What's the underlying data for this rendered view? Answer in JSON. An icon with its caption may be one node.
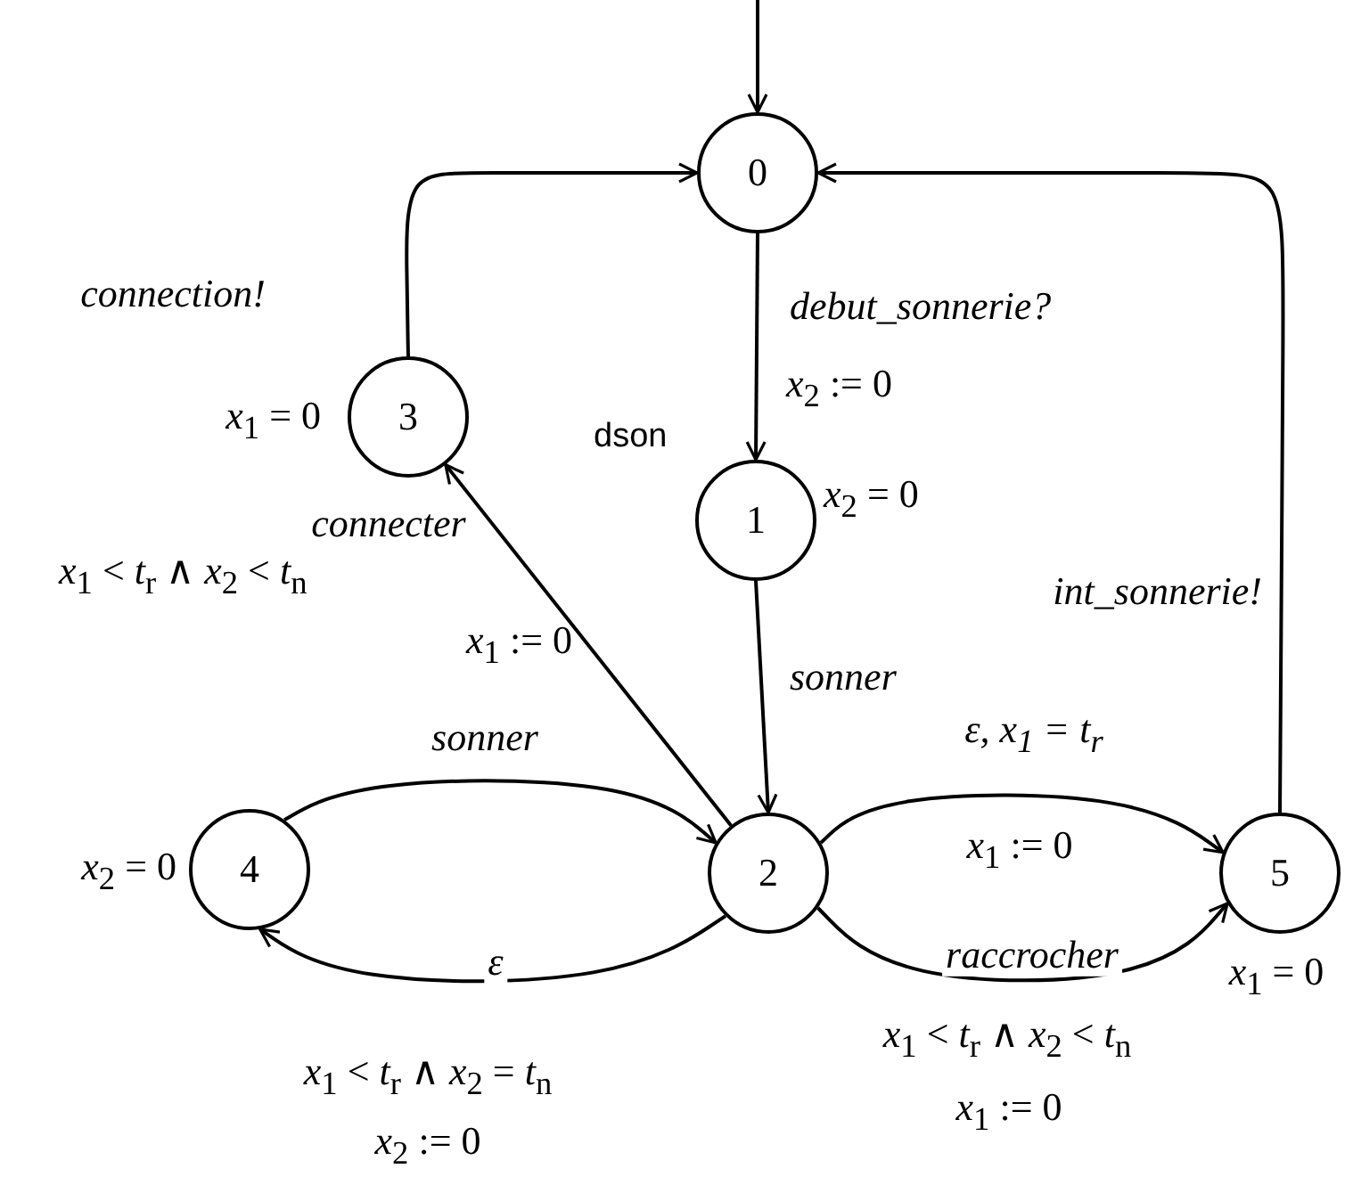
{
  "diagram": {
    "nodes": [
      {
        "text": [
          "0"
        ]
      },
      {
        "text": [
          "1"
        ],
        "beside": [
          "dson",
          "*x*$_{2}$ = 0"
        ]
      },
      {
        "text": [
          "2"
        ]
      },
      {
        "text": [
          "3"
        ],
        "beside": [
          "*x*$_{1}$ = 0"
        ]
      },
      {
        "text": [
          "4"
        ],
        "beside": [
          "*x*$_{2}$ = 0"
        ]
      },
      {
        "text": [
          "5"
        ],
        "beside": [
          "*x*$_{1}$ = 0"
        ]
      }
    ],
    "edges": [
      {
        "from": null,
        "to": 0,
        "arrow": "to"
      },
      {
        "from": 0,
        "to": 1,
        "arrow": "to",
        "label": "debut_sonnerie?"
      },
      {
        "from": 1,
        "to": 2,
        "arrow": "to",
        "label": "sonner"
      },
      {
        "from": 2,
        "to": 3,
        "arrow": "to",
        "label": "connecter"
      },
      {
        "from": 3,
        "to": 0,
        "arrow": "to",
        "label": "connection!"
      },
      {
        "from": 4,
        "to": 2,
        "arrow": "to",
        "label": "sonner"
      },
      {
        "from": 2,
        "to": 4,
        "arrow": "to",
        "label": "ε"
      },
      {
        "from": 2,
        "to": 5,
        "arrow": "to",
        "label": "ε, x$_{1}$ = t$_{r}$"
      },
      {
        "from": 2,
        "to": 5,
        "arrow": "to",
        "label": "raccrocher"
      },
      {
        "from": 5,
        "to": 0,
        "arrow": "to",
        "label": "int_sonnerie!"
      }
    ],
    "labels": [
      "*x*$_{2}$ := 0",
      "*x*$_{1}$ < *t*$_{r}$ ∧ *x*$_{2}$ < *t*$_{n}$",
      "*x*$_{1}$ := 0",
      "*x*$_{1}$ := 0",
      "*x*$_{1}$ < *t*$_{r}$ ∧ *x*$_{2}$ < *t*$_{n}$",
      "*x*$_{1}$ < *t*$_{r}$ ∧ *x*$_{2}$ = *t*$_{n}$",
      "*x*$_{1}$ := 0",
      "*x*$_{2}$ := 0"
    ]
  }
}
